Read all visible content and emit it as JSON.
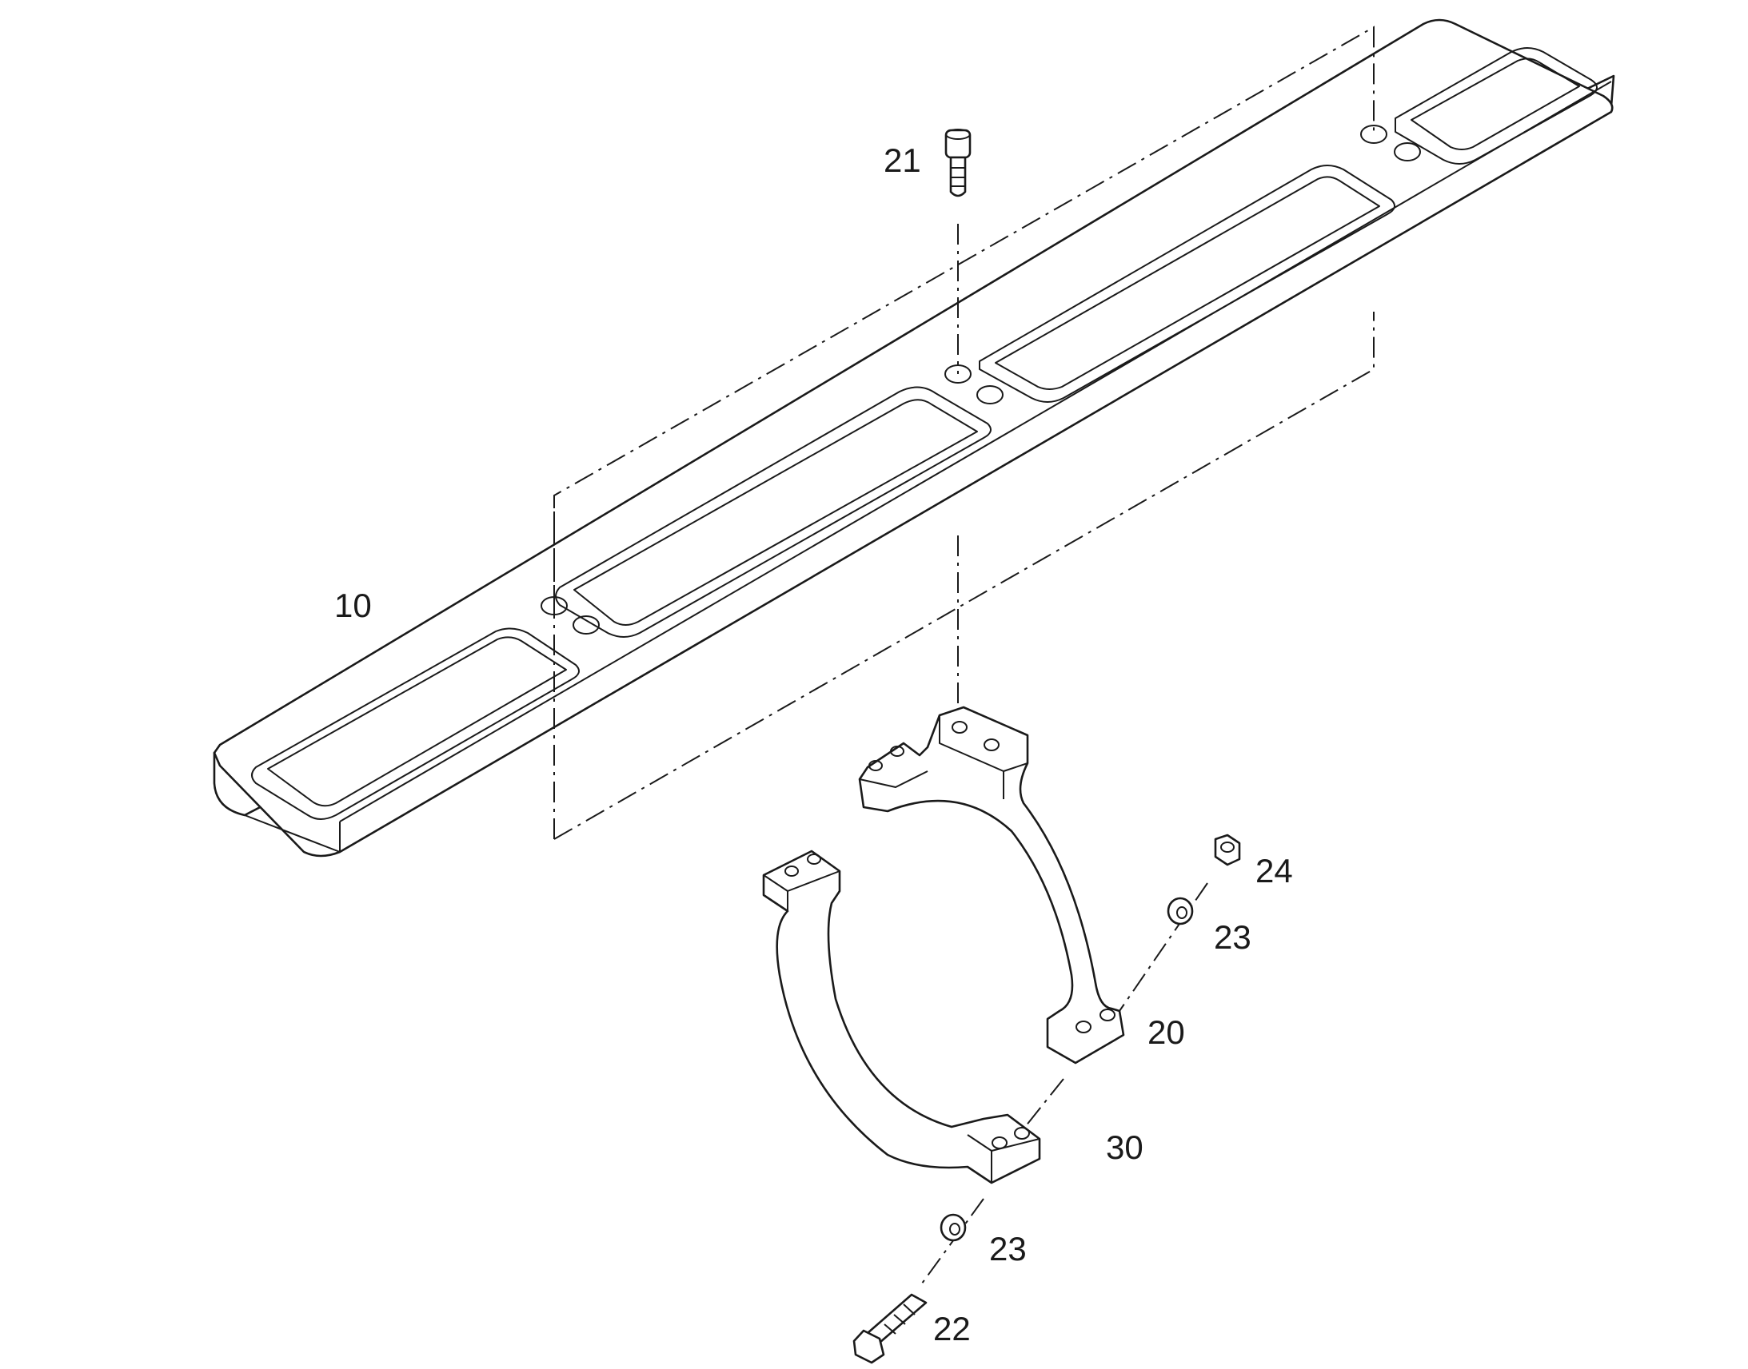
{
  "diagram": {
    "colors": {
      "line": "#1a1a1a",
      "background": "#ffffff"
    },
    "callouts": {
      "c10": "10",
      "c21": "21",
      "c24": "24",
      "c23a": "23",
      "c20": "20",
      "c30": "30",
      "c23b": "23",
      "c22": "22"
    }
  }
}
